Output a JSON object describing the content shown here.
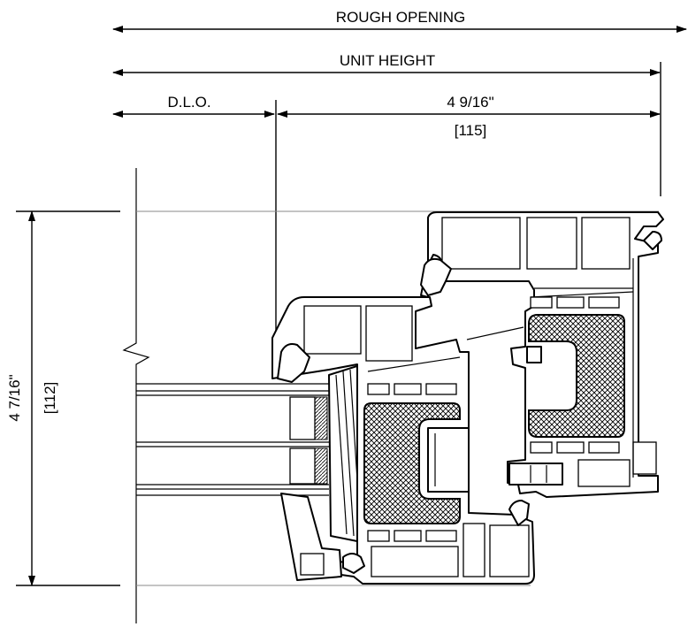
{
  "dimensions": {
    "rough_opening": "ROUGH OPENING",
    "unit_height": "UNIT HEIGHT",
    "dlo": "D.L.O.",
    "frame_width_in": "4 9/16\"",
    "frame_width_mm": "[115]",
    "frame_depth_in": "4 7/16\"",
    "frame_depth_mm": "[112]"
  }
}
